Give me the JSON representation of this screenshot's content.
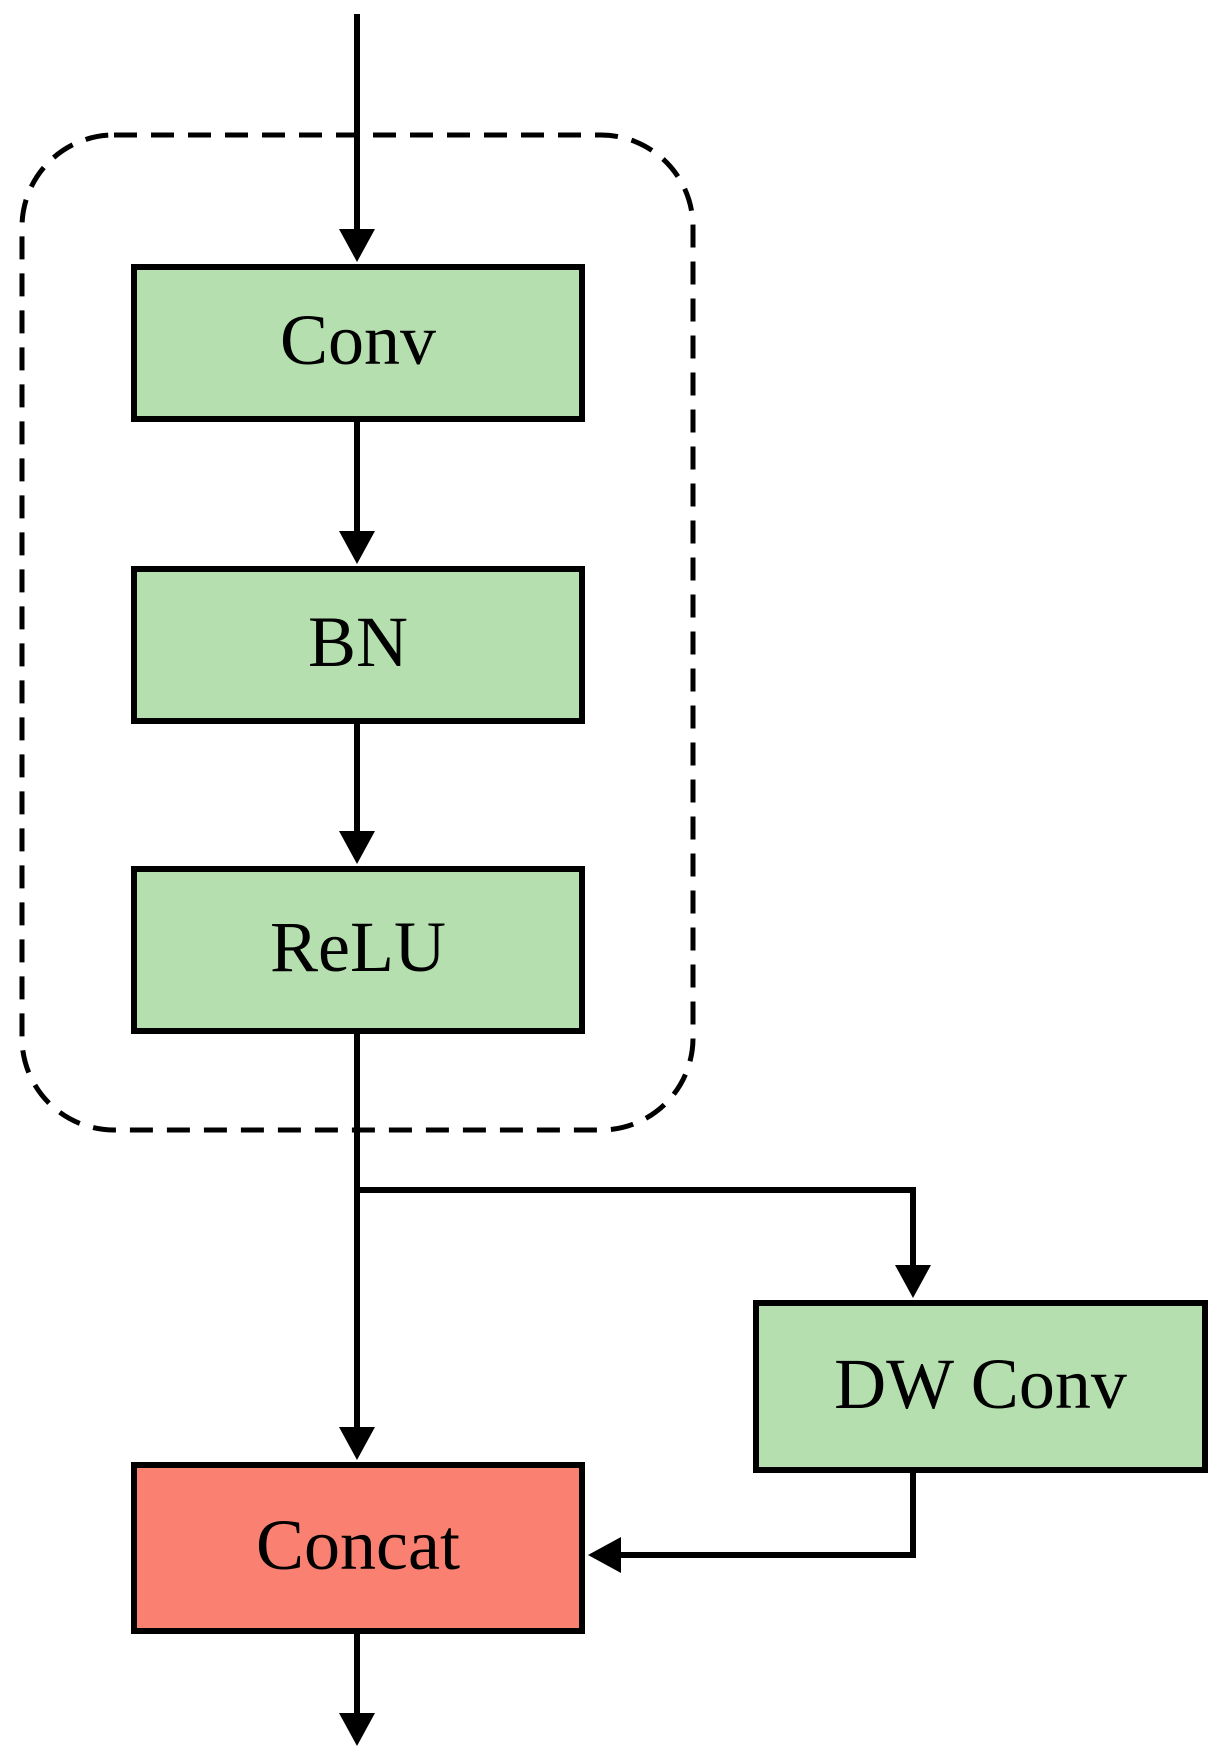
{
  "diagram": {
    "nodes": {
      "conv": {
        "label": "Conv",
        "fill": "#b5dfae"
      },
      "bn": {
        "label": "BN",
        "fill": "#b5dfae"
      },
      "relu": {
        "label": "ReLU",
        "fill": "#b5dfae"
      },
      "dwconv": {
        "label": "DW Conv",
        "fill": "#b5dfae"
      },
      "concat": {
        "label": "Concat",
        "fill": "#fa8171"
      }
    },
    "colors": {
      "node_green": "#b5dfae",
      "node_red": "#fa8171",
      "stroke": "#000000",
      "background": "#ffffff"
    }
  }
}
